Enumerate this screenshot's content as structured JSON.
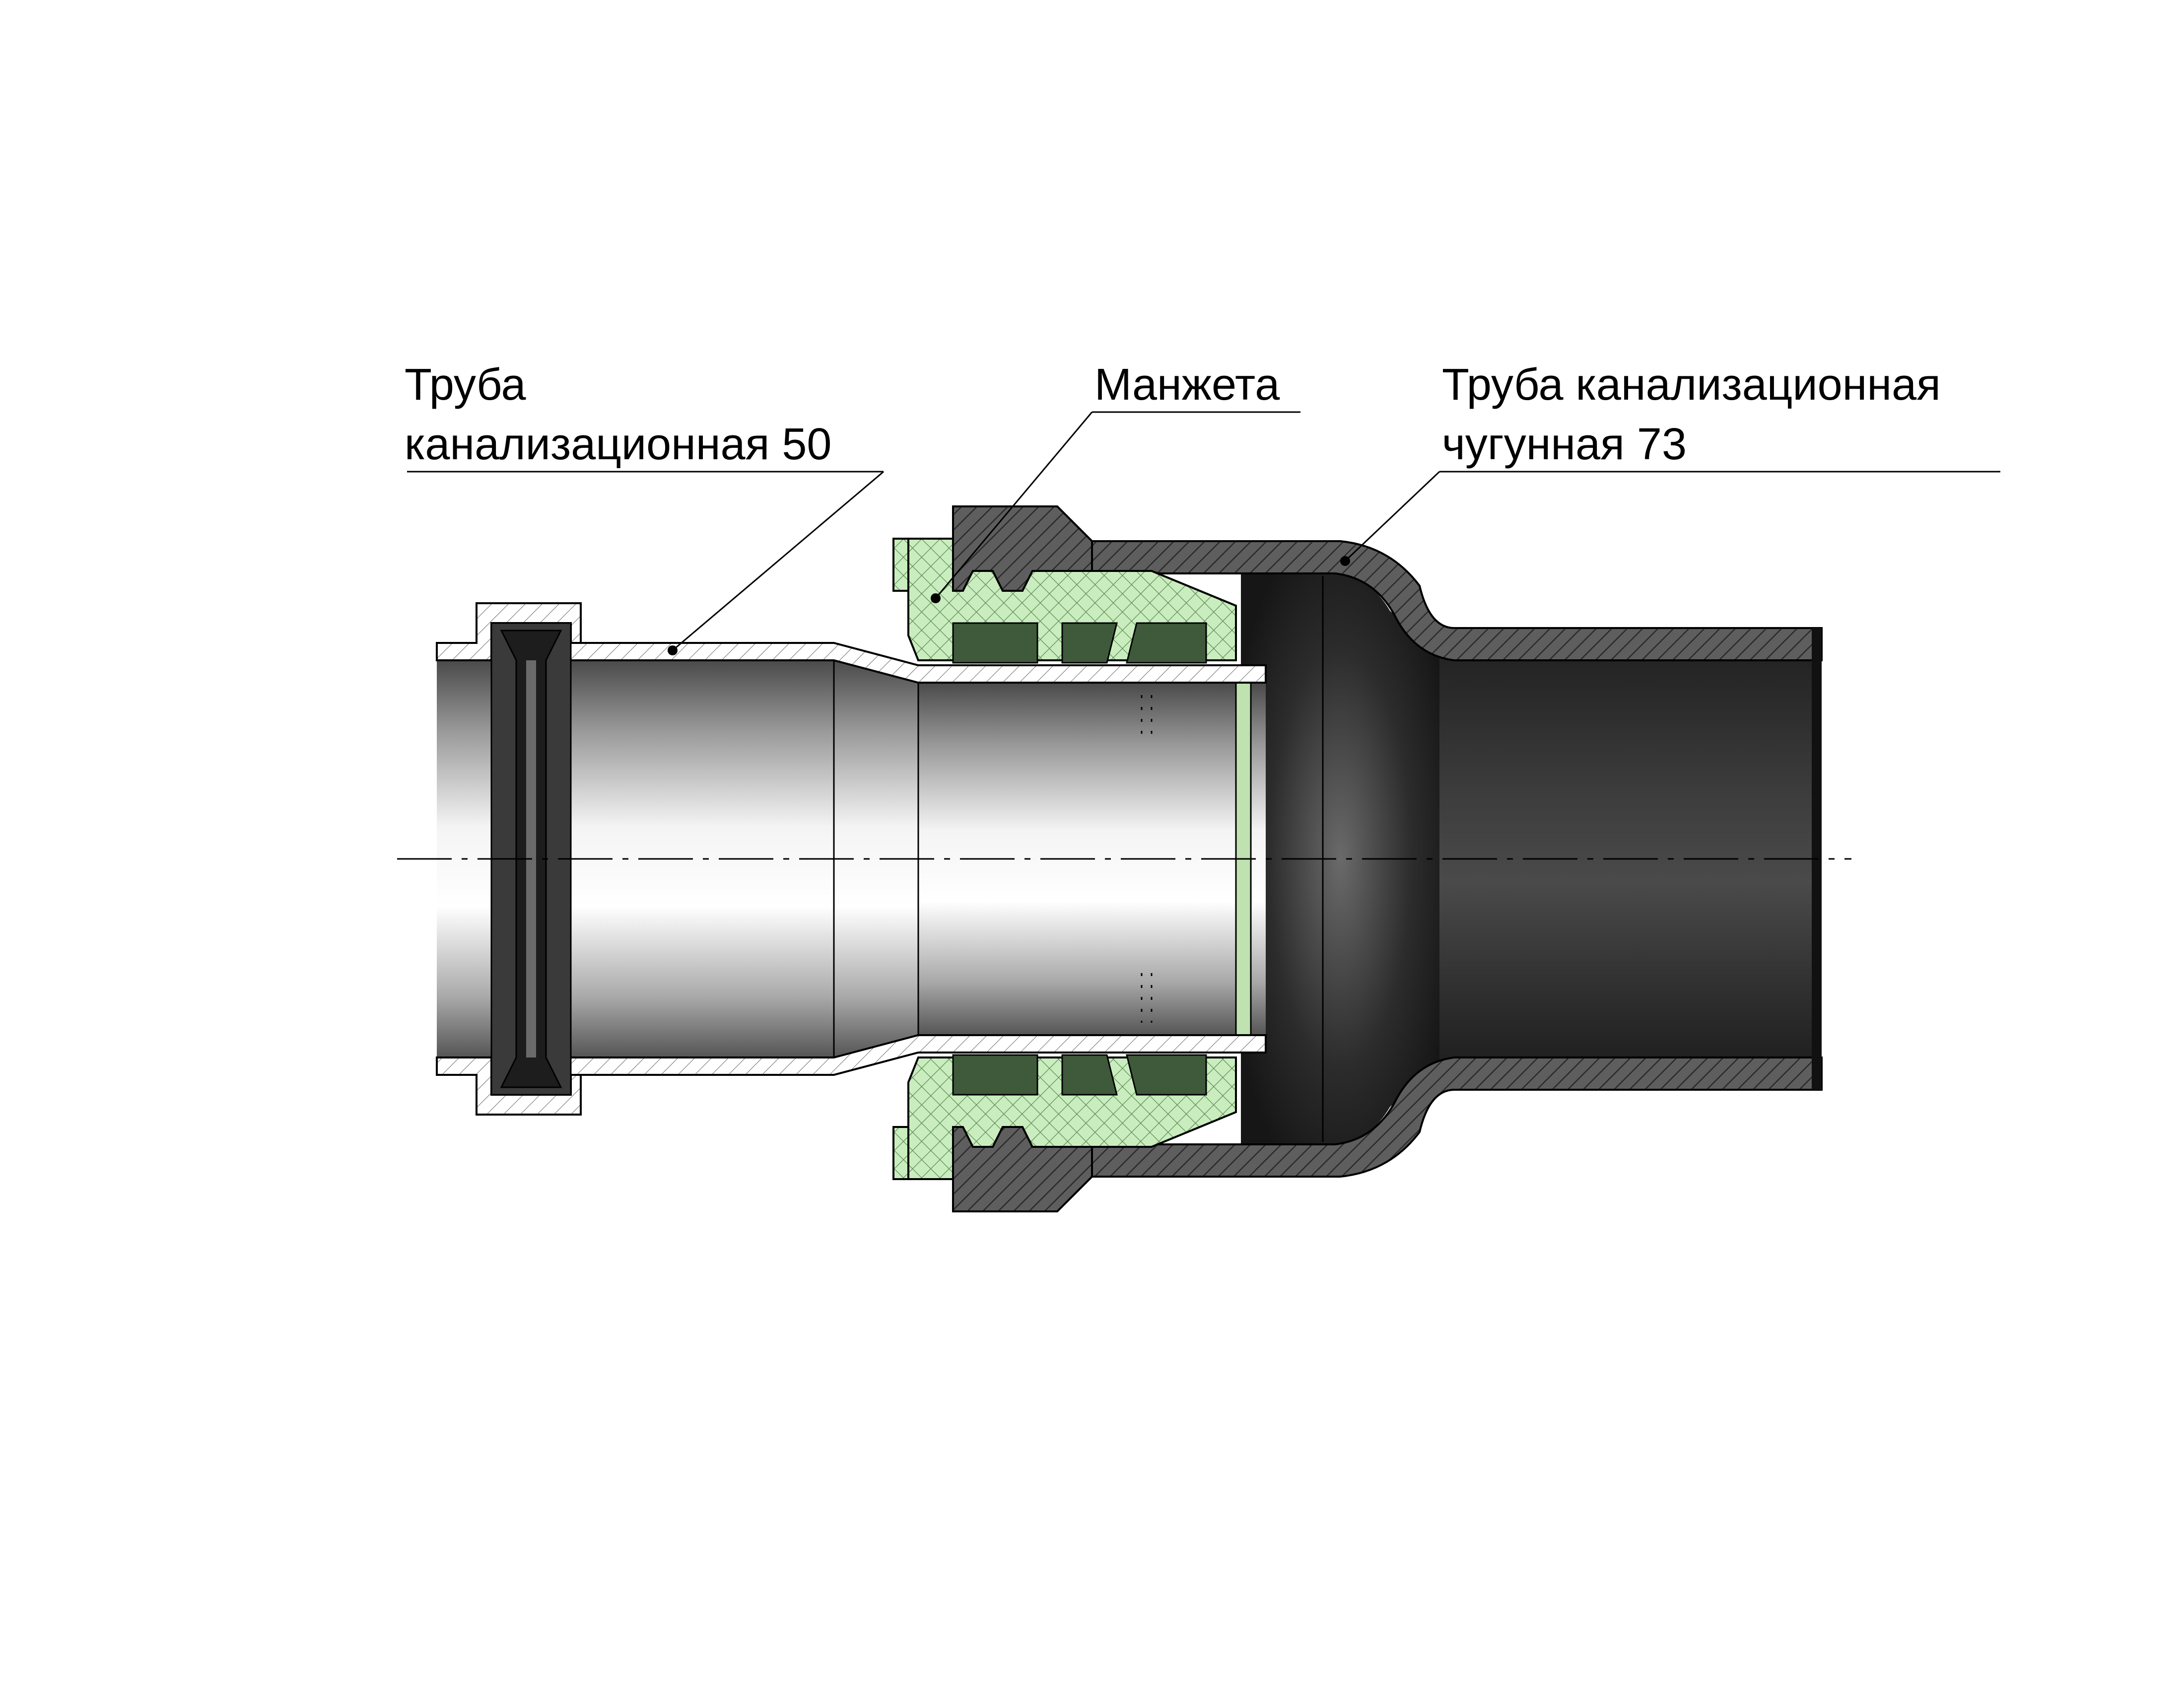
{
  "labels": {
    "pipe50_line1": "Труба",
    "pipe50_line2": "канализационная 50",
    "cuff": "Манжета",
    "castiron_line1": "Труба канализационная",
    "castiron_line2": "чугунная 73"
  },
  "colors": {
    "background": "#ffffff",
    "line": "#000000",
    "cuff_fill": "#c9edbf",
    "castiron_dark": "#353535",
    "castiron_section": "#5a5a5a",
    "pipe_light": "#e6e6e6",
    "pipe_mid": "#8a8a8a",
    "seal_dark": "#2e2e2e"
  }
}
